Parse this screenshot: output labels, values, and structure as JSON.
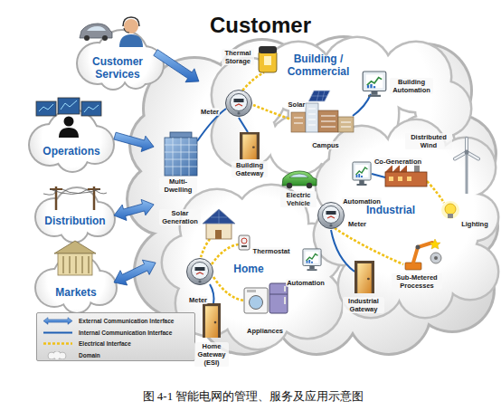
{
  "diagram": {
    "caption": "图 4-1 智能电网的管理、服务及应用示意图",
    "nodes": [
      {
        "text": [
          "Customer"
        ]
      },
      {
        "text": [
          "Building / Commercial"
        ],
        "in": 0
      },
      {
        "text": [
          "Home"
        ],
        "in": 0
      },
      {
        "text": [
          "Industrial"
        ],
        "in": 0
      },
      {
        "text": [
          "Customer Services"
        ]
      },
      {
        "text": [
          "Operations"
        ]
      },
      {
        "text": [
          "Distribution"
        ]
      },
      {
        "text": [
          "Markets"
        ]
      }
    ],
    "edges": [
      {
        "from": 4,
        "to": 0,
        "arrow": "to"
      },
      {
        "from": 5,
        "to": 0,
        "arrow": "to"
      },
      {
        "from": 6,
        "to": 0,
        "arrow": "both"
      },
      {
        "from": 7,
        "to": 0,
        "arrow": "both"
      }
    ],
    "labels": [
      "Thermal Storage",
      "Meter",
      "Solar",
      "Campus",
      "Building Automation",
      "Multi-Dwelling",
      "Building Gateway",
      "Electric Vehicle",
      "Solar Generation",
      "Thermostat",
      "Automation",
      "Meter",
      "Appliances",
      "Home Gateway (ESI)",
      "Distributed Wind",
      "Co-Generation",
      "Automation",
      "Meter",
      "Lighting",
      "Sub-Metered Processes",
      "Industrial Gateway"
    ],
    "legend": [
      {
        "text": "External Communication Interface"
      },
      {
        "text": "Internal Communication Interface"
      },
      {
        "text": "Electrical Interface"
      },
      {
        "text": "Domain"
      }
    ]
  }
}
